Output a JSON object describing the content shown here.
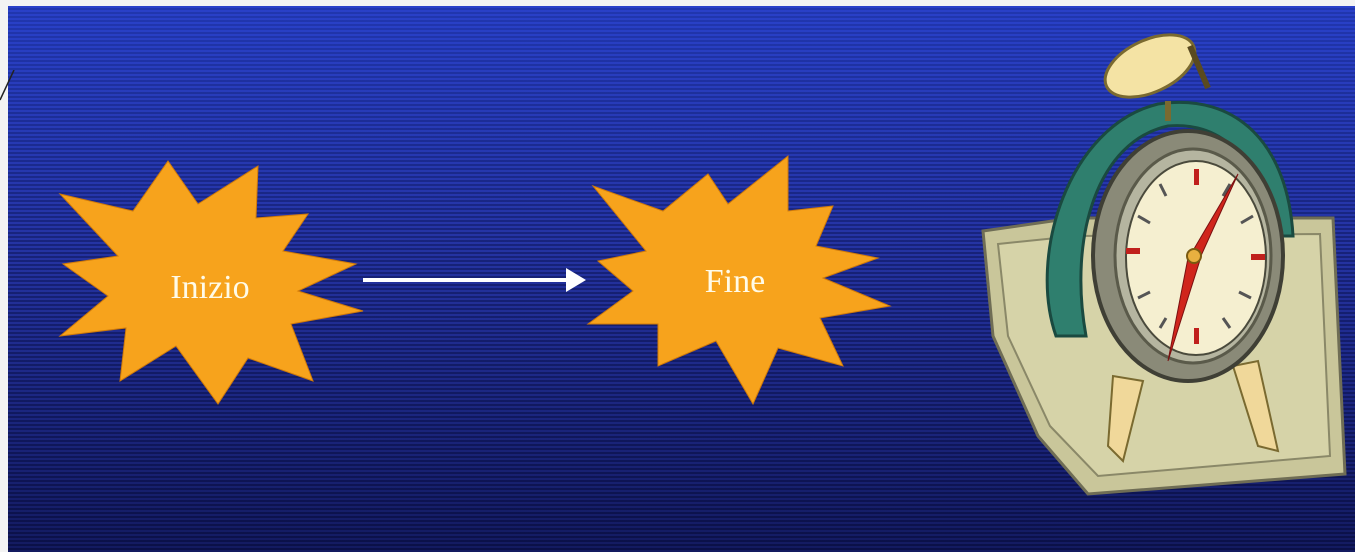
{
  "diagram": {
    "start_label": "Inizio",
    "end_label": "Fine"
  },
  "colors": {
    "background": "#1e2c95",
    "burst_fill": "#f7a31c",
    "arrow": "#ffffff",
    "label_text": "#fffbe8"
  },
  "icons": {
    "start": "starburst",
    "end": "starburst",
    "connector": "arrow-right",
    "illustration": "alarm-clock"
  }
}
